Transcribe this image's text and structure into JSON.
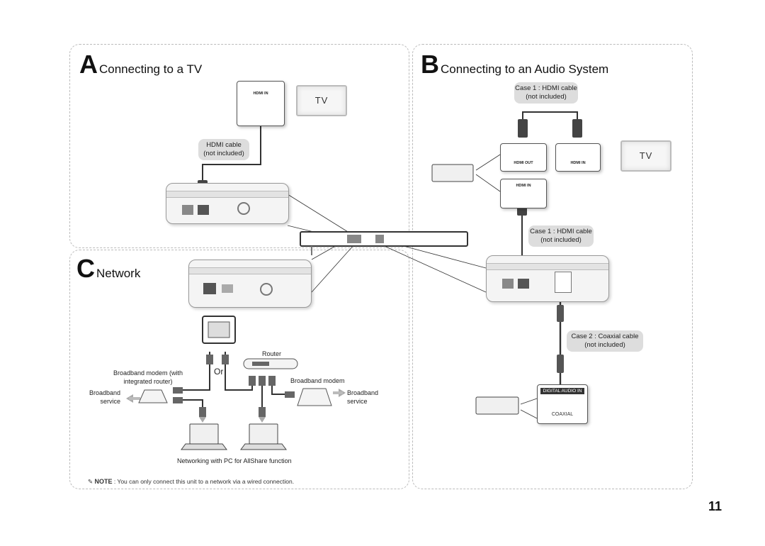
{
  "sections": {
    "a": {
      "letter": "A",
      "title": "Connecting to a TV"
    },
    "b": {
      "letter": "B",
      "title": "Connecting to an Audio System"
    },
    "c": {
      "letter": "C",
      "title": "Network"
    }
  },
  "section_a": {
    "hdmi_in_label": "HDMI IN",
    "tv_label": "TV",
    "cable_bubble": [
      "HDMI cable",
      "(not included)"
    ]
  },
  "section_b": {
    "case1_top": [
      "Case 1 : HDMI cable",
      "(not included)"
    ],
    "hdmi_out_label": "HDMI OUT",
    "hdmi_in_label": "HDMI IN",
    "hdmi_in_label2": "HDMI IN",
    "tv_label": "TV",
    "case1_mid": [
      "Case 1 : HDMI cable",
      "(not included)"
    ],
    "case2": [
      "Case 2 : Coaxial cable",
      "(not included)"
    ],
    "digital_audio_in": "DIGITAL AUDIO IN",
    "coaxial": "COAXIAL"
  },
  "section_c": {
    "router": "Router",
    "or": "Or",
    "modem_with_router": [
      "Broadband modem (with",
      "integrated router)"
    ],
    "broadband_service_left": [
      "Broadband",
      "service"
    ],
    "broadband_modem": "Broadband modem",
    "broadband_service_right": [
      "Broadband",
      "service"
    ],
    "networking_caption": "Networking with PC for AllShare function"
  },
  "note": {
    "prefix": "NOTE",
    "text": " : You can only connect this unit to a network via a wired connection."
  },
  "page_number": "11"
}
